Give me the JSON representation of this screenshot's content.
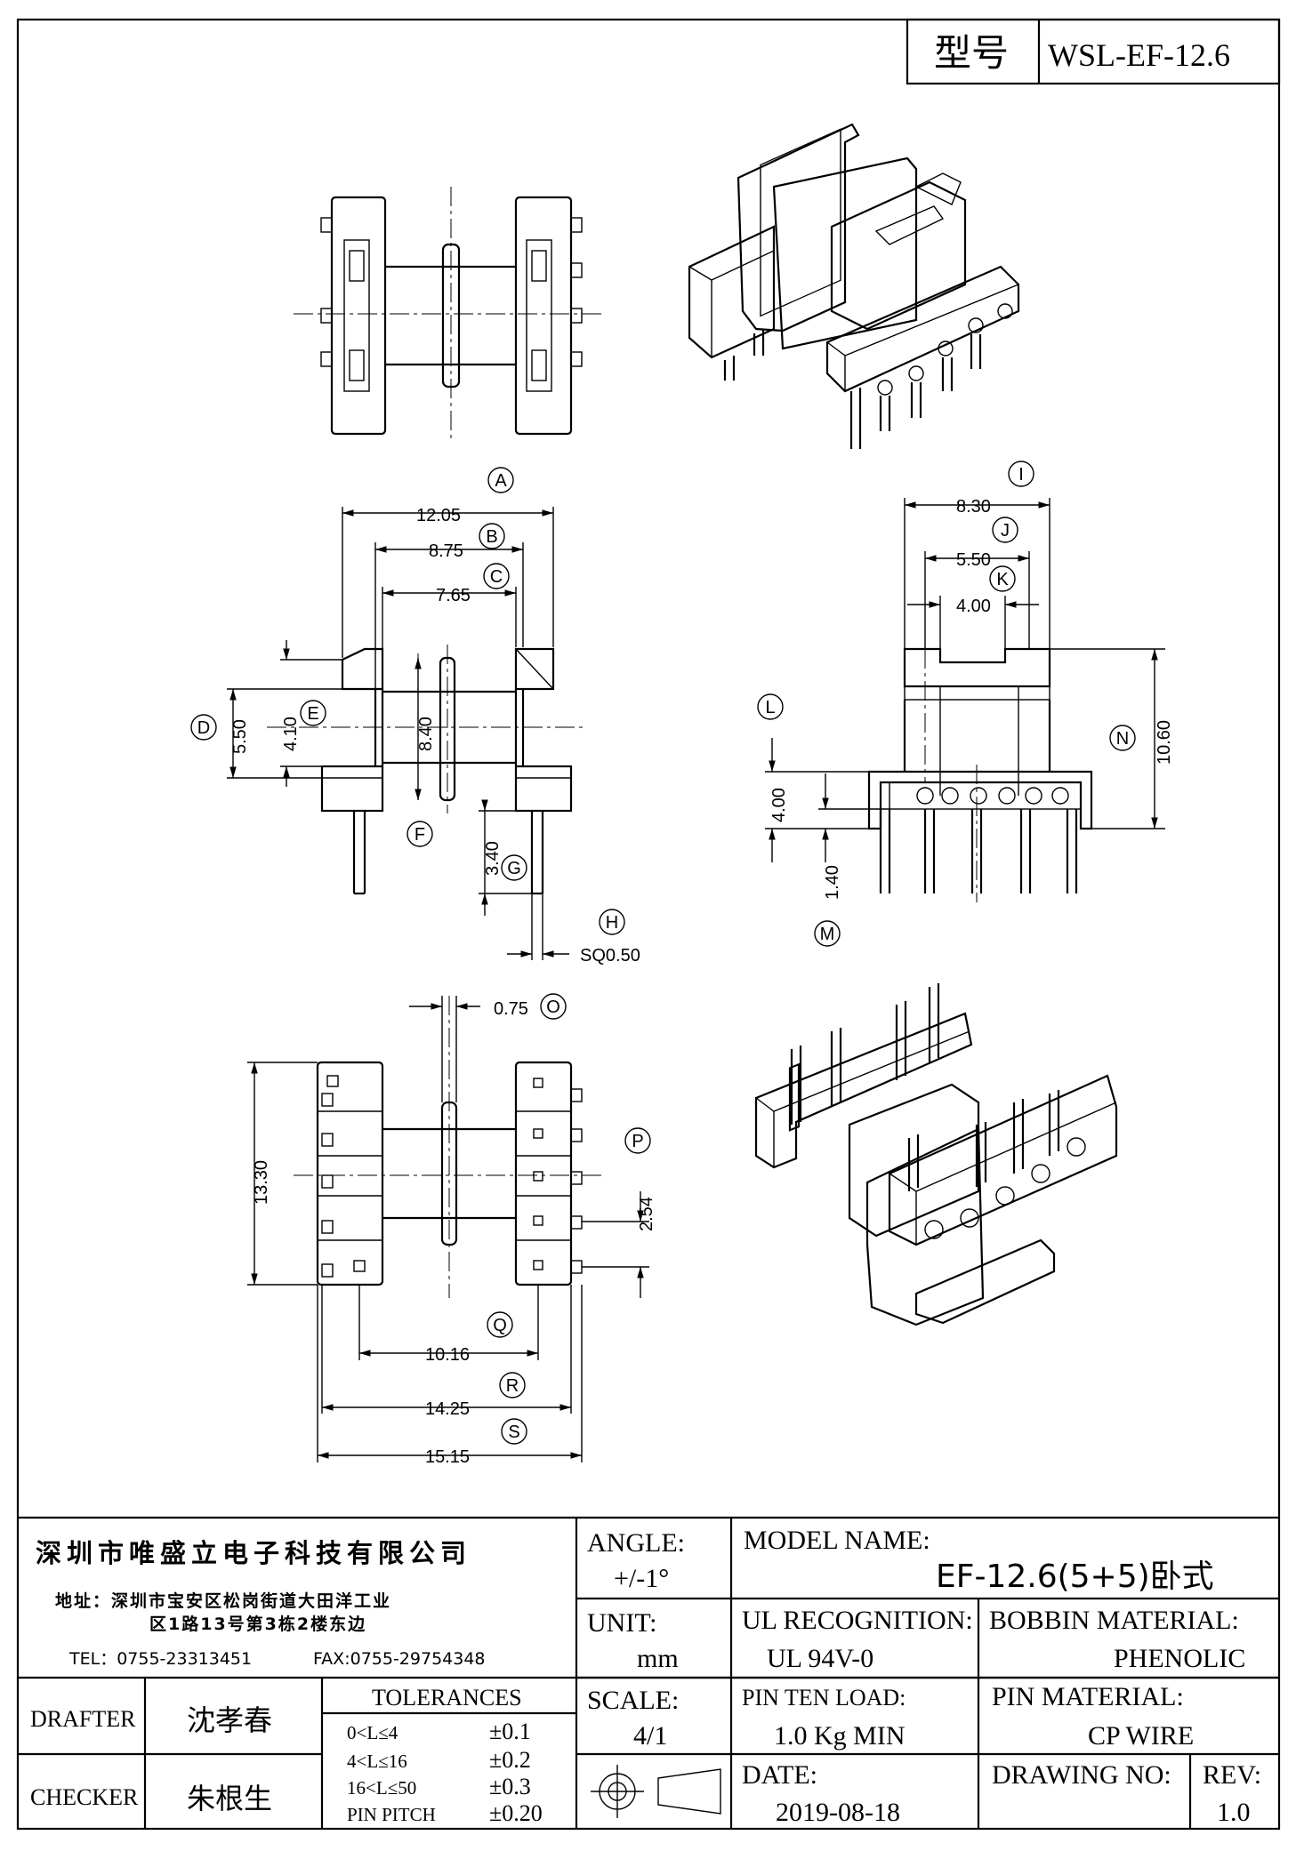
{
  "header": {
    "type_label": "型号",
    "part_number": "WSL-EF-12.6"
  },
  "dimensions": {
    "A": "12.05",
    "B": "8.75",
    "C": "7.65",
    "D": "5.50",
    "E": "4.10",
    "E2": "8.40",
    "G": "3.40",
    "H": "SQ0.50",
    "I": "8.30",
    "J": "5.50",
    "K": "4.00",
    "L": "4.00",
    "M": "1.40",
    "N": "10.60",
    "O": "0.75",
    "P": "2.54",
    "height": "13.30",
    "Q": "10.16",
    "R": "14.25",
    "S": "15.15"
  },
  "labels": {
    "A": "A",
    "B": "B",
    "C": "C",
    "D": "D",
    "E": "E",
    "F": "F",
    "G": "G",
    "H": "H",
    "I": "I",
    "J": "J",
    "K": "K",
    "L": "L",
    "M": "M",
    "N": "N",
    "O": "O",
    "P": "P",
    "Q": "Q",
    "R": "R",
    "S": "S"
  },
  "company": {
    "name": "深圳市唯盛立电子科技有限公司",
    "address1": "地址：深圳市宝安区松岗街道大田洋工业",
    "address2": "区1路13号第3栋2楼东边",
    "tel": "TEL：0755-23313451",
    "fax": "FAX:0755-29754348"
  },
  "title_block": {
    "angle_label": "ANGLE:",
    "angle_value": "+/-1°",
    "unit_label": "UNIT:",
    "unit_value": "mm",
    "scale_label": "SCALE:",
    "scale_value": "4/1",
    "model_label": "MODEL NAME:",
    "model_value": "EF-12.6(5+5)卧式",
    "ul_label": "UL RECOGNITION:",
    "ul_value": "UL 94V-0",
    "bobbin_label": "BOBBIN MATERIAL:",
    "bobbin_value": "PHENOLIC",
    "pin_load_label": "PIN TEN LOAD:",
    "pin_load_value": "1.0 Kg MIN",
    "pin_material_label": "PIN MATERIAL:",
    "pin_material_value": "CP WIRE",
    "date_label": "DATE:",
    "date_value": "2019-08-18",
    "drawing_no_label": "DRAWING NO:",
    "drawing_no_value": "",
    "rev_label": "REV:",
    "rev_value": "1.0",
    "drafter_label": "DRAFTER",
    "drafter_name": "沈孝春",
    "checker_label": "CHECKER",
    "checker_name": "朱根生"
  },
  "tolerances": {
    "title": "TOLERANCES",
    "rows": [
      {
        "range": "0<L≤4",
        "value": "±0.1"
      },
      {
        "range": "4<L≤16",
        "value": "±0.2"
      },
      {
        "range": "16<L≤50",
        "value": "±0.3"
      },
      {
        "range": "PIN PITCH",
        "value": "±0.20"
      }
    ]
  }
}
